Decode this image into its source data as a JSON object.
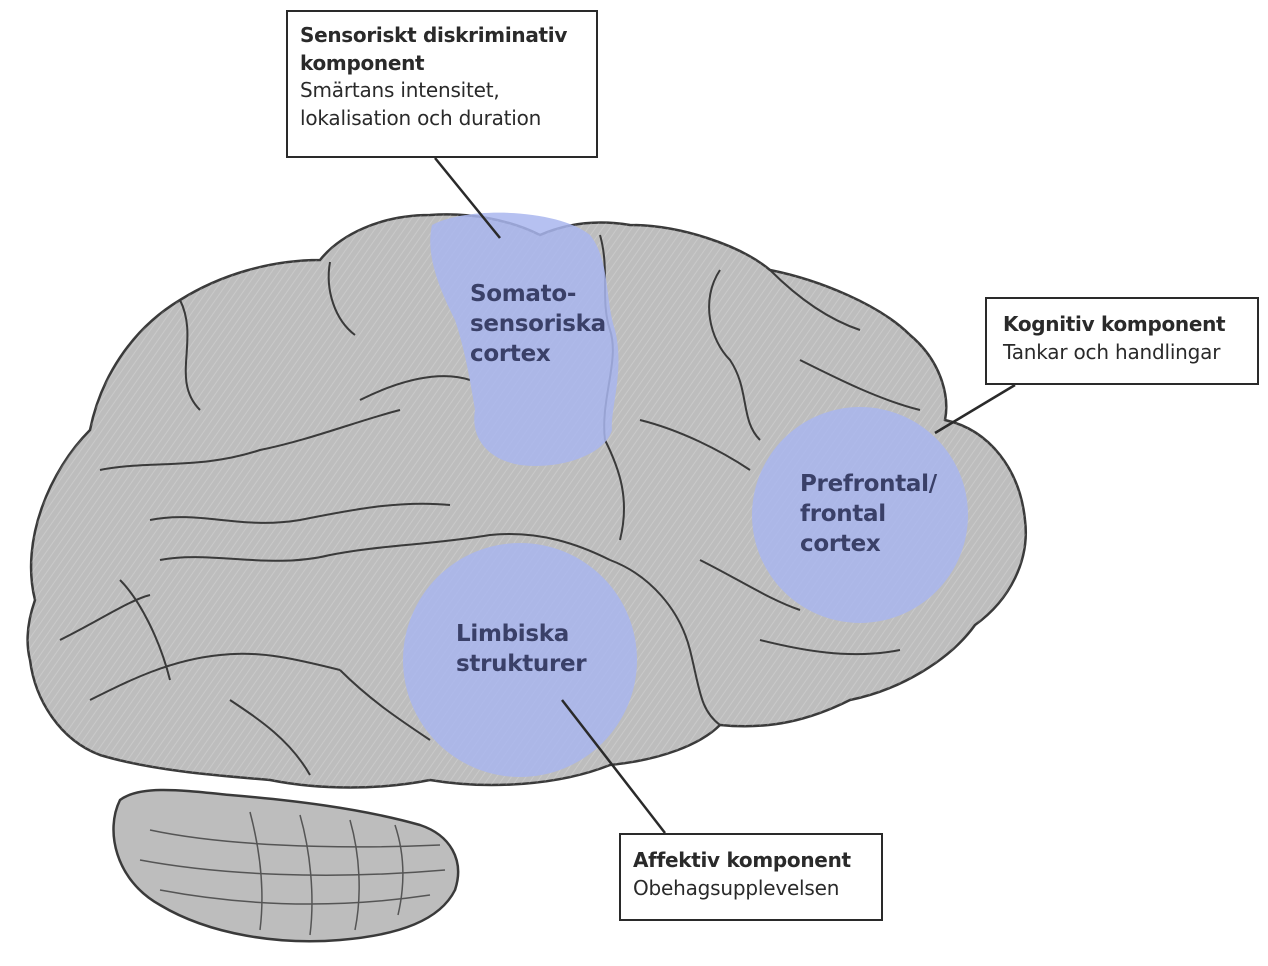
{
  "callouts": {
    "sensory": {
      "title_line1": "Sensoriskt diskriminativ",
      "title_line2": "komponent",
      "desc_line1": "Smärtans intensitet,",
      "desc_line2": "lokalisation och duration"
    },
    "cognitive": {
      "title": "Kognitiv komponent",
      "desc": "Tankar och handlingar"
    },
    "affective": {
      "title": "Affektiv komponent",
      "desc": "Obehagsupplevelsen"
    }
  },
  "regions": {
    "somatosensory": [
      "Somato-",
      "sensoriska",
      "cortex"
    ],
    "prefrontal": [
      "Prefrontal/",
      "frontal",
      "cortex"
    ],
    "limbic": [
      "Limbiska",
      "strukturer"
    ]
  },
  "colors": {
    "brain_fill": "#bdbdbd",
    "brain_outline": "#3a3a3a",
    "highlight": "#a9b6ee",
    "text": "#2a2a2a",
    "region_text": "#3a4068"
  }
}
